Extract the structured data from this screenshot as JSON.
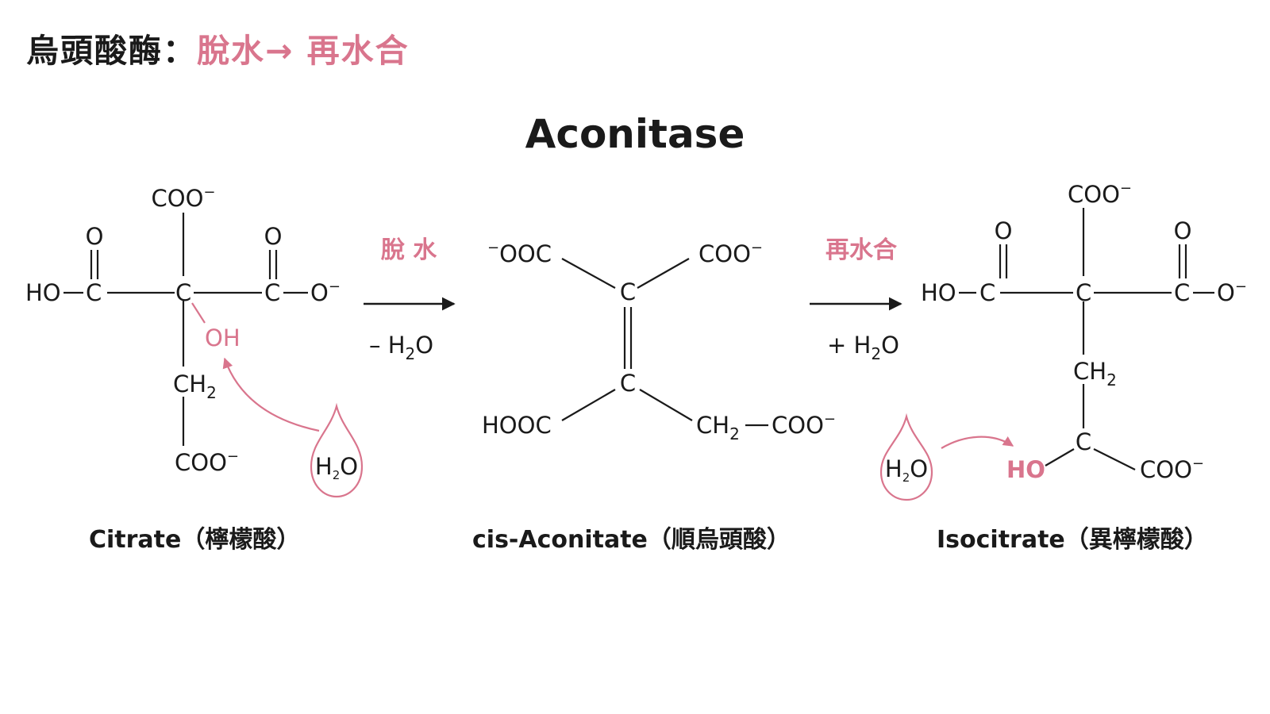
{
  "header": {
    "title": "烏頭酸酶",
    "colon": "：",
    "subtitle": "脫水→ 再水合"
  },
  "enzyme": "Aconitase",
  "step1": {
    "label": "脫 水",
    "reagent": "– H",
    "reagent_sub": "2",
    "reagent_end": "O"
  },
  "step2": {
    "label": "再水合",
    "reagent": "+ H",
    "reagent_sub": "2",
    "reagent_end": "O"
  },
  "citrate": {
    "top_coo": "COO",
    "charge": "−",
    "left_o": "O",
    "right_o": "O",
    "ho": "HO",
    "c": "C",
    "o_minus": "O",
    "oh": "OH",
    "ch": "CH",
    "sub2": "2",
    "bottom_coo": "COO",
    "water": "H",
    "water_sub": "2",
    "water_end": "O"
  },
  "cis_aconitate": {
    "ooc": "OOC",
    "coo": "COO",
    "charge": "−",
    "c": "C",
    "hooc": "HOOC",
    "ch": "CH",
    "sub2": "2"
  },
  "isocitrate": {
    "top_coo": "COO",
    "charge": "−",
    "left_o": "O",
    "right_o": "O",
    "ho": "HO",
    "c": "C",
    "o_minus": "O",
    "ch": "CH",
    "sub2": "2",
    "ho_pink": "HO",
    "coo": "COO",
    "water": "H",
    "water_sub": "2",
    "water_end": "O"
  },
  "captions": [
    {
      "en": "Citrate",
      "zh": "（檸檬酸）"
    },
    {
      "en": "cis-Aconitate",
      "zh": "（順烏頭酸）"
    },
    {
      "en": "Isocitrate",
      "zh": "（異檸檬酸）"
    }
  ],
  "colors": {
    "accent": "#d9758d",
    "text": "#1a1a1a"
  }
}
